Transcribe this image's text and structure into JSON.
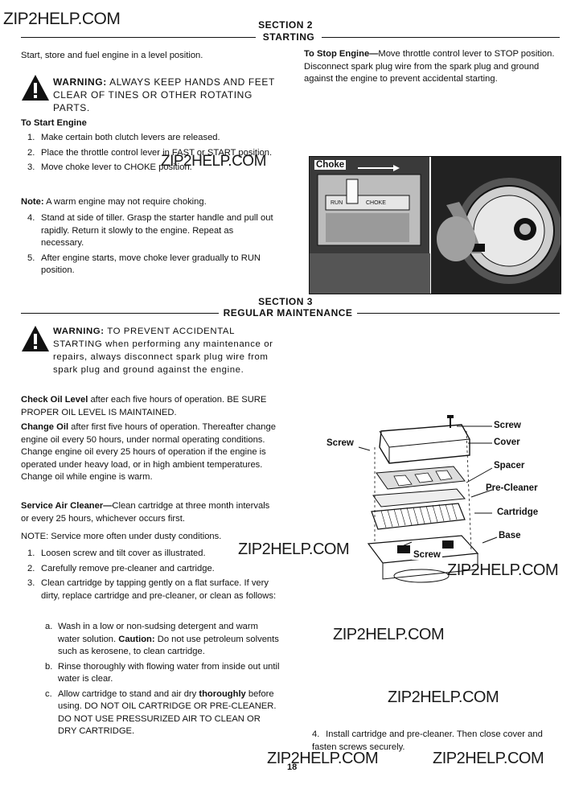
{
  "watermark": "ZIP2HELP.COM",
  "section2": {
    "number": "SECTION 2",
    "title": "STARTING",
    "intro": "Start, store and fuel engine in a level position.",
    "warning_label": "WARNING:",
    "warning_text": "ALWAYS KEEP HANDS AND FEET CLEAR OF TINES OR OTHER ROTATING PARTS.",
    "start_heading": "To Start Engine",
    "steps_a": [
      {
        "n": "1.",
        "text": "Make certain both clutch levers are released."
      },
      {
        "n": "2.",
        "text": "Place the throttle control lever in FAST or START position."
      },
      {
        "n": "3.",
        "text": "Move choke lever to CHOKE position."
      }
    ],
    "note_label": "Note:",
    "note_text": "A warm engine may not require choking.",
    "steps_b": [
      {
        "n": "4.",
        "text": "Stand at side of tiller. Grasp the starter handle and pull out rapidly. Return it slowly to the engine. Repeat as necessary."
      },
      {
        "n": "5.",
        "text": "After engine starts, move choke lever gradually to RUN position."
      }
    ],
    "stop_heading": "To Stop Engine—",
    "stop_text": "Move throttle control lever to STOP position. Disconnect spark plug wire from the spark plug and ground against the engine to prevent accidental starting.",
    "figure": {
      "choke_label": "Choke",
      "run_label": "RUN",
      "choke_mark": "CHOKE"
    }
  },
  "section3": {
    "number": "SECTION 3",
    "title": "REGULAR MAINTENANCE",
    "warning_label": "WARNING:",
    "warning_text": "TO PREVENT ACCIDENTAL STARTING when performing any maintenance or repairs, always disconnect spark plug wire from spark plug and ground against the engine.",
    "check_oil_label": "Check Oil Level",
    "check_oil_text": "after each five hours of operation. BE SURE PROPER OIL LEVEL IS MAINTAINED.",
    "change_oil_label": "Change Oil",
    "change_oil_text": "after first five hours of operation. Thereafter change engine oil every 50 hours, under normal operating conditions. Change engine oil every 25 hours of operation if the engine is operated under heavy load, or in high ambient temperatures. Change oil while engine is warm.",
    "air_cleaner_label": "Service Air Cleaner—",
    "air_cleaner_text": "Clean cartridge at three month intervals or every 25 hours, whichever occurs first.",
    "note": "NOTE: Service more often under dusty conditions.",
    "steps": [
      {
        "n": "1.",
        "text": "Loosen screw and tilt cover as illustrated."
      },
      {
        "n": "2.",
        "text": "Carefully remove pre-cleaner and cartridge."
      },
      {
        "n": "3.",
        "text": "Clean cartridge by tapping gently on a flat surface. If very dirty, replace cartridge and pre-cleaner, or clean as follows:"
      }
    ],
    "substeps": [
      {
        "n": "a.",
        "text": "Wash in a low or non-sudsing detergent and warm water solution. ",
        "bold": "Caution:",
        "text2": " Do not use petroleum solvents such as kerosene, to clean cartridge."
      },
      {
        "n": "b.",
        "text": "Rinse thoroughly with flowing water from inside out until water is clear.",
        "bold": "",
        "text2": ""
      },
      {
        "n": "c.",
        "text": "Allow cartridge to stand and air dry ",
        "bold": "thoroughly",
        "text2": " before using. DO NOT OIL CARTRIDGE OR PRE-CLEANER. DO NOT USE PRESSURIZED AIR TO CLEAN OR DRY CARTRIDGE."
      }
    ],
    "step4": {
      "n": "4.",
      "text": "Install cartridge and pre-cleaner. Then close cover and fasten screws securely."
    },
    "figure_labels": {
      "screw_top": "Screw",
      "screw_left": "Screw",
      "cover": "Cover",
      "spacer": "Spacer",
      "pre_cleaner": "Pre-Cleaner",
      "cartridge": "Cartridge",
      "base": "Base",
      "screw_bottom": "Screw"
    }
  },
  "page_number": "18"
}
